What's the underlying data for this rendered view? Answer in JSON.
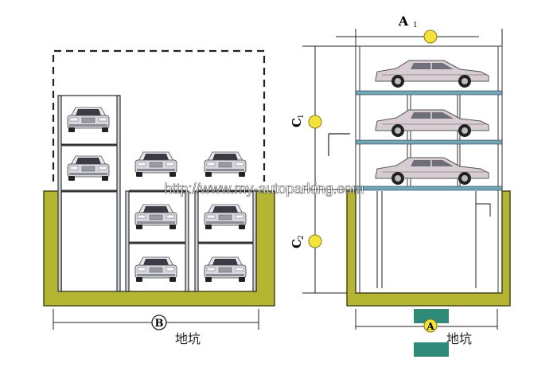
{
  "labels": {
    "a1": "A",
    "a1_sub": "1",
    "c1": "C",
    "c1_sub": "1",
    "c2": "C",
    "c2_sub": "2",
    "b_marker": "B",
    "a_marker": "A",
    "pit_left": "地坑",
    "pit_right": "地坑"
  },
  "watermark": "http://www.my-autoparking.com",
  "colors": {
    "pit_fill": "#b5b534",
    "pit_stroke": "#4a4a1a",
    "marker_fill": "#f2e23a",
    "platform": "#6fa7b5",
    "footing": "#2f8a7a"
  },
  "figures": {
    "left": "underground pit parking with stacked lifts (B)",
    "right": "three-level lift with pit (A1, C1, C2)"
  }
}
